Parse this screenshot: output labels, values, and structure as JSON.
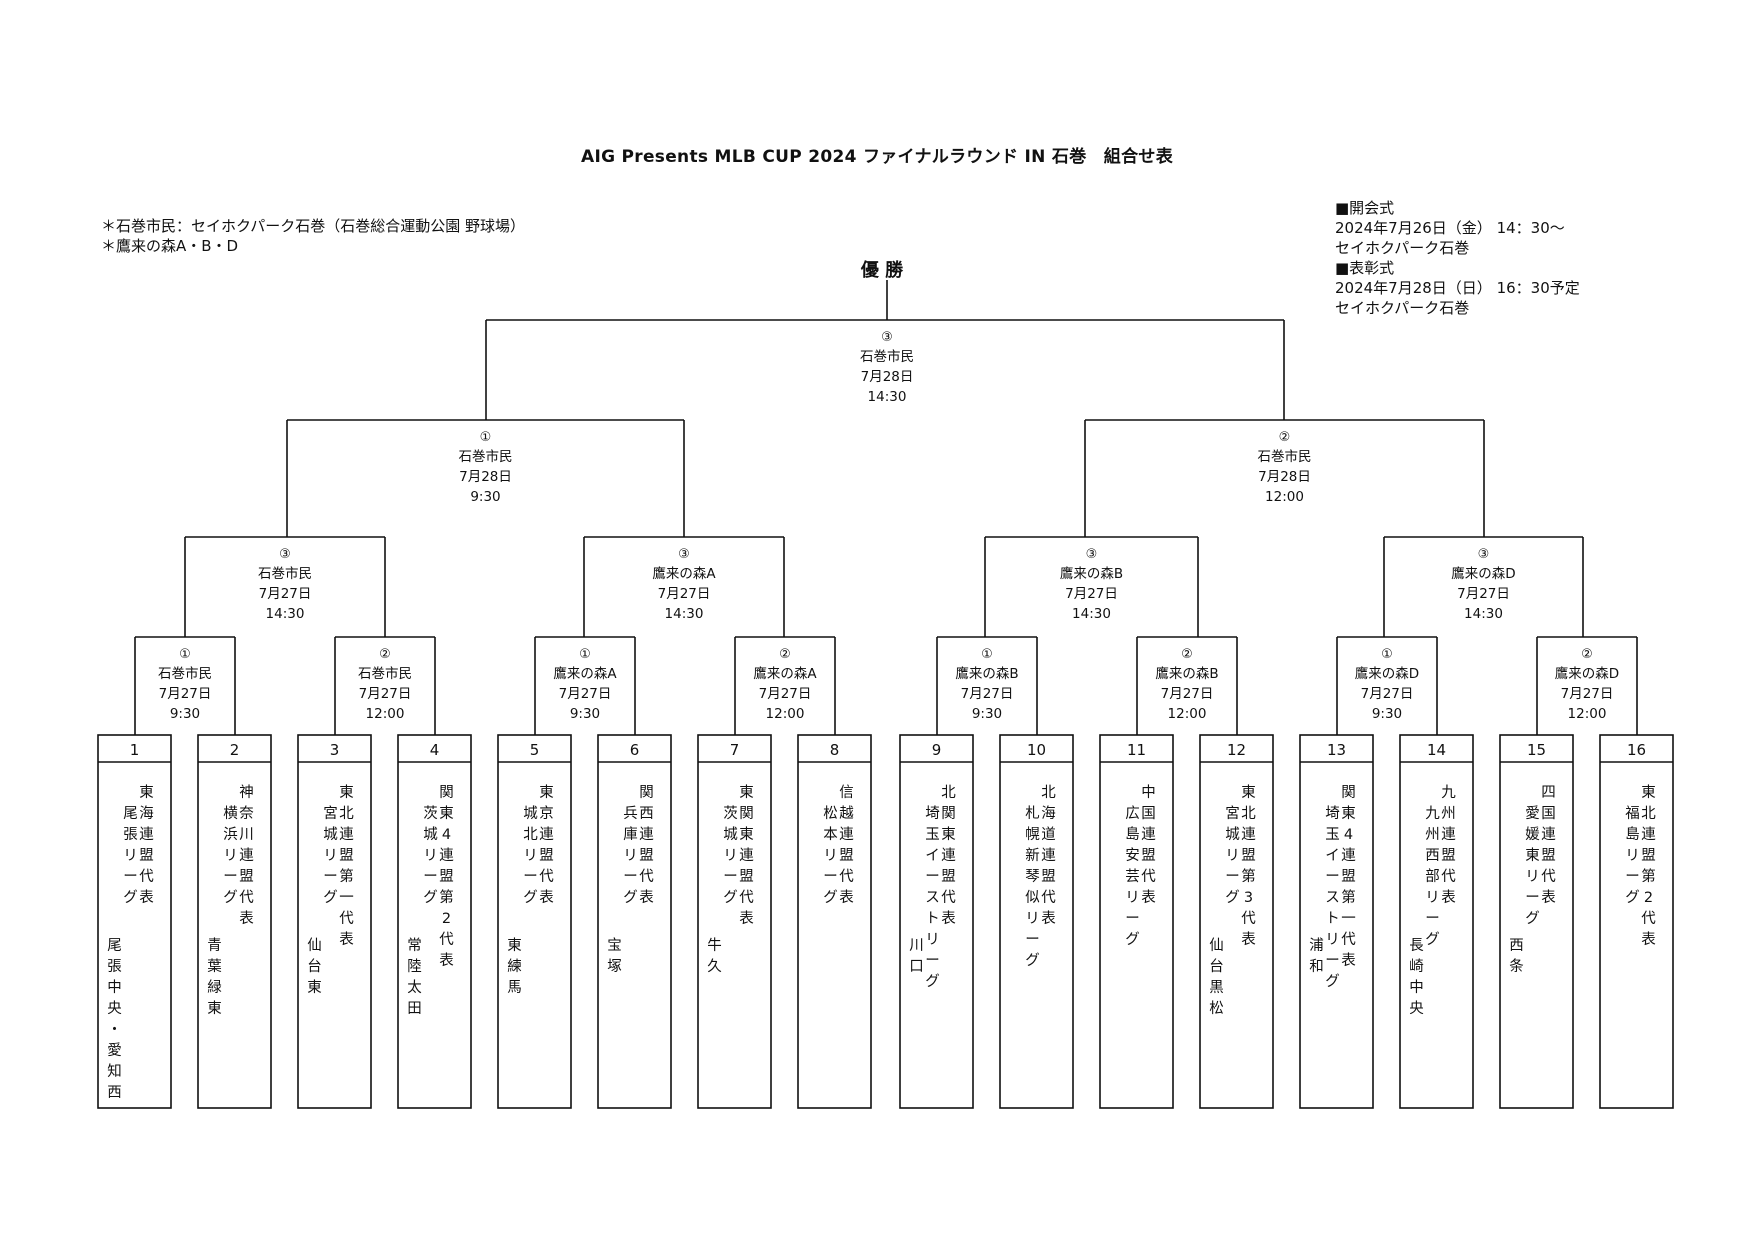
{
  "title": "AIG Presents MLB CUP 2024 ファイナルラウンド IN 石巻　組合せ表",
  "notes": [
    "＊石巻市民：セイホクパーク石巻（石巻総合運動公園 野球場）",
    "＊鷹来の森A・B・D"
  ],
  "info": [
    "■開会式",
    "2024年7月26日（金） 14：30～",
    "セイホクパーク石巻",
    "■表彰式",
    "2024年7月28日（日） 16：30予定",
    "セイホクパーク石巻"
  ],
  "champion_label": "優 勝",
  "final": {
    "mark": "③",
    "venue": "石巻市民",
    "date": "7月28日",
    "time": "14:30"
  },
  "semifinals": [
    {
      "mark": "①",
      "venue": "石巻市民",
      "date": "7月28日",
      "time": "9:30"
    },
    {
      "mark": "②",
      "venue": "石巻市民",
      "date": "7月28日",
      "time": "12:00"
    }
  ],
  "quarterfinals": [
    {
      "mark": "③",
      "venue": "石巻市民",
      "date": "7月27日",
      "time": "14:30"
    },
    {
      "mark": "③",
      "venue": "鷹来の森A",
      "date": "7月27日",
      "time": "14:30"
    },
    {
      "mark": "③",
      "venue": "鷹来の森B",
      "date": "7月27日",
      "time": "14:30"
    },
    {
      "mark": "③",
      "venue": "鷹来の森D",
      "date": "7月27日",
      "time": "14:30"
    }
  ],
  "first_round": [
    {
      "mark": "①",
      "venue": "石巻市民",
      "date": "7月27日",
      "time": "9:30"
    },
    {
      "mark": "②",
      "venue": "石巻市民",
      "date": "7月27日",
      "time": "12:00"
    },
    {
      "mark": "①",
      "venue": "鷹来の森A",
      "date": "7月27日",
      "time": "9:30"
    },
    {
      "mark": "②",
      "venue": "鷹来の森A",
      "date": "7月27日",
      "time": "12:00"
    },
    {
      "mark": "①",
      "venue": "鷹来の森B",
      "date": "7月27日",
      "time": "9:30"
    },
    {
      "mark": "②",
      "venue": "鷹来の森B",
      "date": "7月27日",
      "time": "12:00"
    },
    {
      "mark": "①",
      "venue": "鷹来の森D",
      "date": "7月27日",
      "time": "9:30"
    },
    {
      "mark": "②",
      "venue": "鷹来の森D",
      "date": "7月27日",
      "time": "12:00"
    }
  ],
  "teams": [
    {
      "no": "1",
      "region": "東海連盟代表",
      "league": "尾張リーグ",
      "team": "尾張中央・愛知西"
    },
    {
      "no": "2",
      "region": "神奈川連盟代表",
      "league": "横浜リーグ",
      "team": "青葉緑東"
    },
    {
      "no": "3",
      "region": "東北連盟第一代表",
      "league": "宮城リーグ",
      "team": "仙台東"
    },
    {
      "no": "4",
      "region": "関東4連盟第2代表",
      "league": "茨城リーグ",
      "team": "常陸太田"
    },
    {
      "no": "5",
      "region": "東京連盟代表",
      "league": "城北リーグ",
      "team": "東練馬"
    },
    {
      "no": "6",
      "region": "関西連盟代表",
      "league": "兵庫リーグ",
      "team": "宝塚"
    },
    {
      "no": "7",
      "region": "東関東連盟代表",
      "league": "茨城リーグ",
      "team": "牛久"
    },
    {
      "no": "8",
      "region": "信越連盟代表",
      "league": "松本リーグ",
      "team": ""
    },
    {
      "no": "9",
      "region": "北関東連盟代表",
      "league": "埼玉イーストリーグ",
      "team": "川口"
    },
    {
      "no": "10",
      "region": "北海道連盟代表",
      "league": "札幌新琴似リーグ",
      "team": ""
    },
    {
      "no": "11",
      "region": "中国連盟代表",
      "league": "広島安芸リーグ",
      "team": ""
    },
    {
      "no": "12",
      "region": "東北連盟第3代表",
      "league": "宮城リーグ",
      "team": "仙台黒松"
    },
    {
      "no": "13",
      "region": "関東4連盟第一代表",
      "league": "埼玉イーストリーグ",
      "team": "浦和"
    },
    {
      "no": "14",
      "region": "九州連盟代表",
      "league": "九州西部リーグ",
      "team": "長崎中央"
    },
    {
      "no": "15",
      "region": "四国連盟代表",
      "league": "愛媛東リーグ",
      "team": "西条"
    },
    {
      "no": "16",
      "region": "東北連盟第2代表",
      "league": "福島リーグ",
      "team": ""
    }
  ]
}
